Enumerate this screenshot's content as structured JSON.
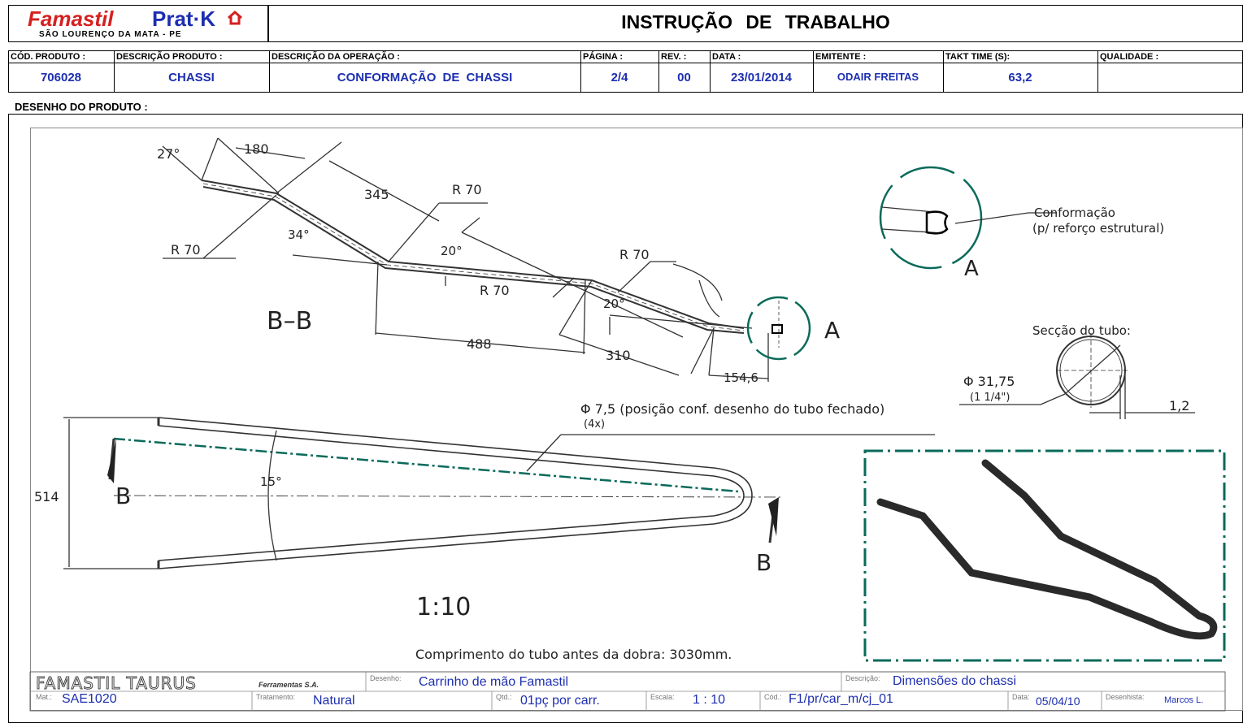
{
  "header": {
    "brand_famastil": "Famastil",
    "brand_pratk": "Prat·K",
    "brand_location": "SÃO LOURENÇO DA MATA - PE",
    "title": "INSTRUÇÃO DE TRABALHO"
  },
  "info": {
    "labels": {
      "cod": "CÓD. PRODUTO :",
      "desc_prod": "DESCRIÇÃO PRODUTO :",
      "desc_op": "DESCRIÇÃO DA OPERAÇÃO :",
      "pagina": "PÁGINA :",
      "rev": "REV. :",
      "data": "DATA :",
      "emitente": "EMITENTE :",
      "takt": "TAKT TIME (S):",
      "qualidade": "QUALIDADE :"
    },
    "values": {
      "cod": "706028",
      "desc_prod": "CHASSI",
      "desc_op": "CONFORMAÇÃO DE CHASSI",
      "pagina": "2/4",
      "rev": "00",
      "data": "23/01/2014",
      "emitente": "ODAIR FREITAS",
      "takt": "63,2",
      "qualidade": ""
    }
  },
  "section_label": "DESENHO DO PRODUTO :",
  "drawing": {
    "dims": {
      "d27": "27°",
      "d180": "180",
      "d345": "345",
      "r70_a": "R 70",
      "r70_b": "R 70",
      "r70_c": "R 70",
      "r70_d": "R 70",
      "d34": "34°",
      "d20_a": "20°",
      "d20_b": "20°",
      "d488": "488",
      "d310": "310",
      "d154": "154,6",
      "d514": "514",
      "d15": "15°",
      "hole": "Φ 7,5 (posição conf. desenho do tubo fechado)",
      "hole_qty": "(4x)",
      "tube_dia": "Φ 31,75",
      "tube_inch": "(1 1/4\")",
      "wall": "1,2"
    },
    "section_bb": "B–B",
    "label_a": "A",
    "detail_a": "A",
    "label_b_left": "B",
    "label_b_right": "B",
    "conformacao_1": "Conformação",
    "conformacao_2": "(p/ reforço estrutural)",
    "seccao": "Secção do tubo:",
    "scale": "1:10",
    "comprimento": "Comprimento do tubo antes da dobra: 3030mm."
  },
  "title_block": {
    "company": "FAMASTIL TAURUS",
    "company_sub": "Ferramentas S.A.",
    "desenho_lbl": "Desenho:",
    "desenho_val": "Carrinho de mão Famastil",
    "descricao_lbl": "Descrição:",
    "descricao_val": "Dimensões do chassi",
    "mat_lbl": "Mat.:",
    "mat_val": "SAE1020",
    "trat_lbl": "Tratamento:",
    "trat_val": "Natural",
    "qtd_lbl": "Qtd.:",
    "qtd_val": "01pç por carr.",
    "escala_lbl": "Escala:",
    "escala_val": "1 : 10",
    "cod_lbl": "Cód.:",
    "cod_val": "F1/pr/car_m/cj_01",
    "data_lbl": "Data:",
    "data_val": "05/04/10",
    "desenhista_lbl": "Desenhista:",
    "desenhista_val": "Marcos L."
  }
}
